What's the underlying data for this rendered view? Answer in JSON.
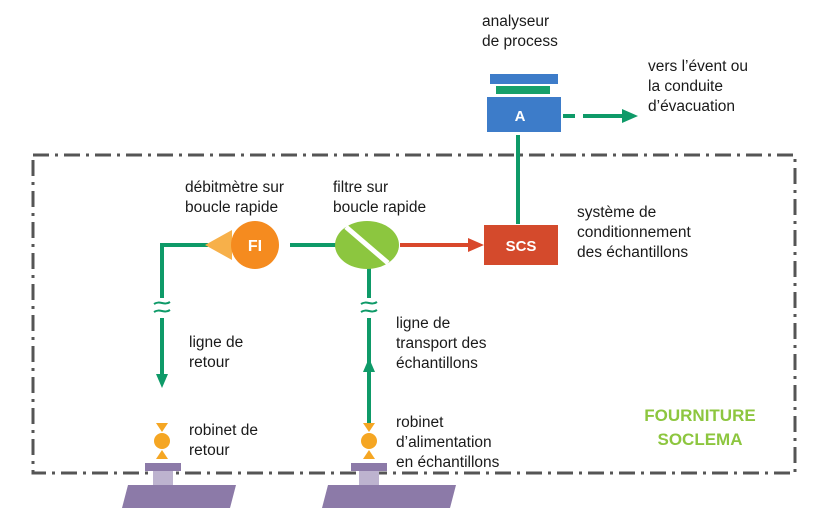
{
  "labels": {
    "analyzer": [
      "analyseur",
      "de process"
    ],
    "vent": [
      "vers l’évent ou",
      "la conduite",
      "d’évacuation"
    ],
    "flowmeter": [
      "débitmètre sur",
      "boucle rapide"
    ],
    "filter": [
      "filtre sur",
      "boucle rapide"
    ],
    "conditioning": [
      "système de",
      "conditionnement",
      "des échantillons"
    ],
    "return_line": [
      "ligne de",
      "retour"
    ],
    "transport_line": [
      "ligne de",
      "transport des",
      "échantillons"
    ],
    "return_valve": [
      "robinet de",
      "retour"
    ],
    "supply_valve": [
      "robinet",
      "d’alimentation",
      "en échantillons"
    ]
  },
  "components": {
    "analyzer_letter": "A",
    "flowmeter_letter": "FI",
    "scs_letter": "SCS"
  },
  "brand": [
    "FOURNITURE",
    "SOCLEMA"
  ],
  "colors": {
    "line_green": "#0e9a68",
    "arrow_red": "#d9482b",
    "analyzer_blue": "#3d7cc9",
    "analyzer_top": "#3566b8",
    "flowmeter_orange": "#f58b1f",
    "filter_green": "#8cc63f",
    "scs_red": "#d44a2c",
    "valve_orange": "#f5a623",
    "pipe_purple": "#8c7aa8",
    "border_dashed": "#555555",
    "brand_green": "#8dc63f"
  }
}
